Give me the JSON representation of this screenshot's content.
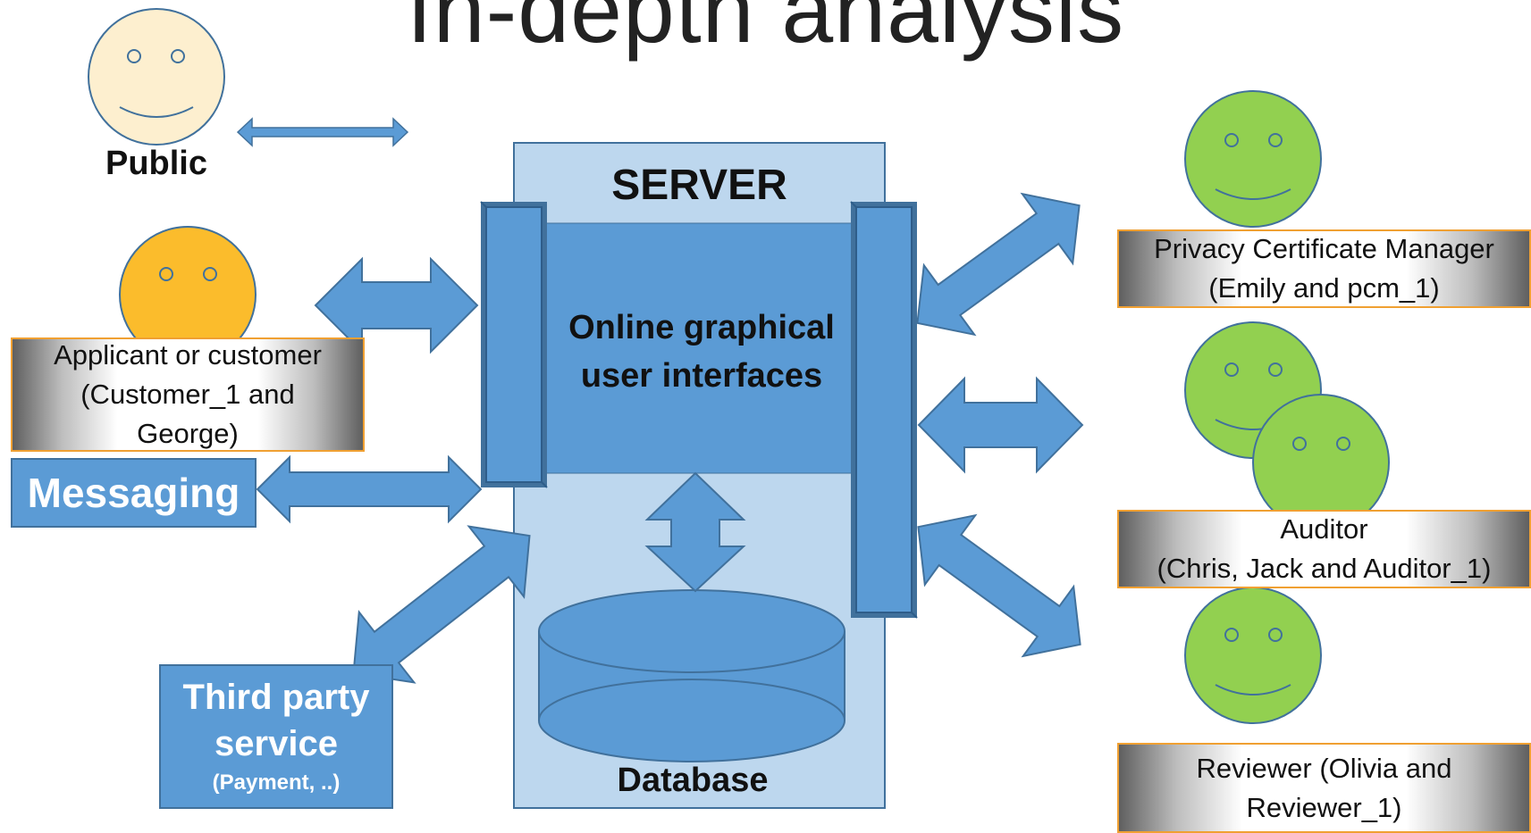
{
  "title": "In-depth analysis",
  "server": {
    "label": "SERVER",
    "gui_label_line1": "Online graphical",
    "gui_label_line2": "user interfaces",
    "database_label": "Database"
  },
  "left": {
    "public_label": "Public",
    "applicant_line1": "Applicant or customer",
    "applicant_line2": "(Customer_1 and",
    "applicant_line3": "George)",
    "messaging_label": "Messaging",
    "third_party_line1": "Third party",
    "third_party_line2": "service",
    "third_party_line3": "(Payment, ..)"
  },
  "right": {
    "pcm_line1": "Privacy Certificate Manager",
    "pcm_line2": "(Emily and pcm_1)",
    "auditor_line1": "Auditor",
    "auditor_line2": "(Chris, Jack and Auditor_1)",
    "reviewer_line1": "Reviewer (Olivia and",
    "reviewer_line2": "Reviewer_1)"
  },
  "colors": {
    "server_fill": "#bdd7ee",
    "panel_blue": "#5b9bd5",
    "public_face": "#fdefcf",
    "customer_face": "#fbbc2c",
    "role_face": "#92d050",
    "role_border": "#f0a032"
  }
}
